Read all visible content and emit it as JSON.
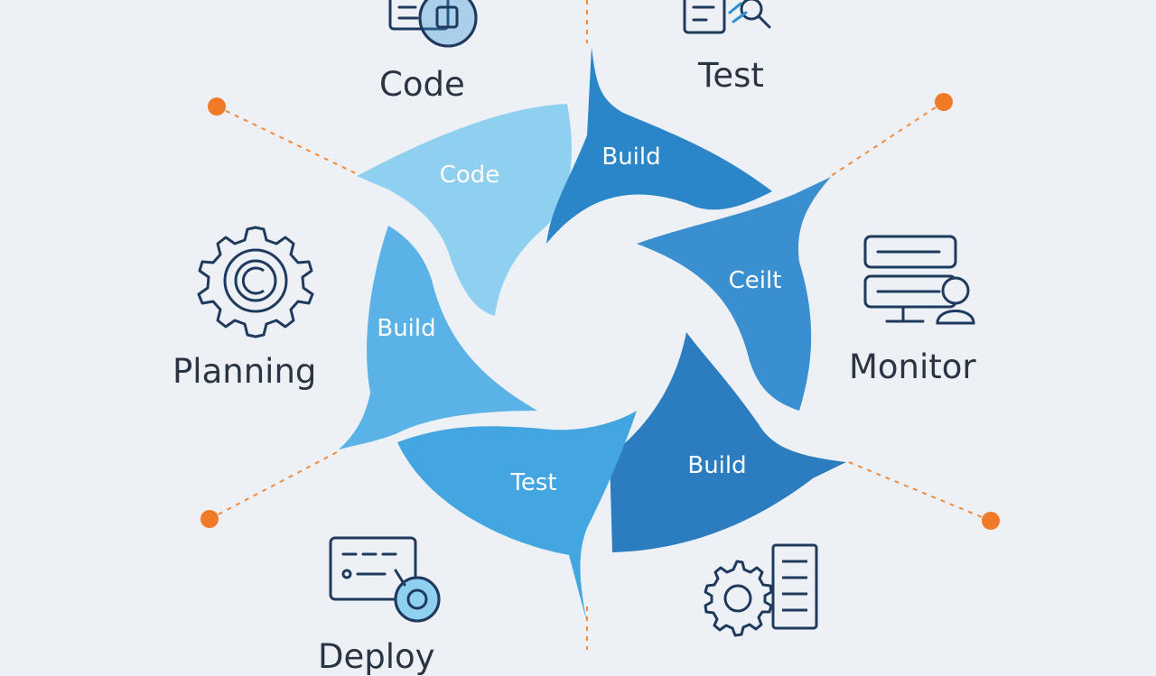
{
  "colors": {
    "background": "#edf1f6",
    "icon_stroke": "#1f3a5c",
    "icon_fill": "#2d8fd6",
    "connector": "#f08a3c",
    "segments": [
      "#8fd0f0",
      "#2a86c8",
      "#3a8fd0",
      "#2c7cc0",
      "#43a6e0",
      "#5bb2e6"
    ]
  },
  "outer_labels": {
    "code": "Code",
    "test": "Test",
    "planning": "Planning",
    "monitor": "Monitor",
    "bottom_partial": "Deploy"
  },
  "segments": [
    {
      "label": "Code"
    },
    {
      "label": "Build"
    },
    {
      "label": "Ceilt"
    },
    {
      "label": "Build"
    },
    {
      "label": "Test"
    },
    {
      "label": "Build"
    }
  ],
  "icons": [
    "code-document-icon",
    "test-magnify-icon",
    "planning-gear-icon",
    "monitor-server-user-icon",
    "deploy-card-icon",
    "settings-document-icon"
  ]
}
